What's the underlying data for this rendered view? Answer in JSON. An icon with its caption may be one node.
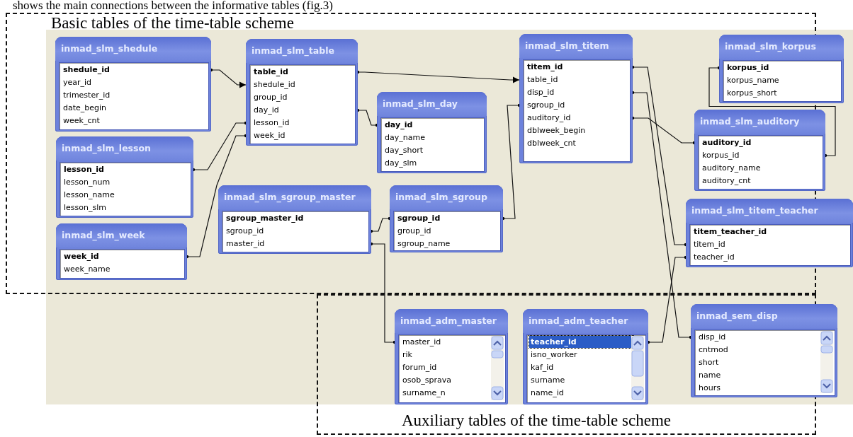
{
  "diagram": {
    "nodes": [
      {
        "text": [
          "Basic tables of the time-table scheme"
        ]
      },
      {
        "text": [
          "inmad_slm_shedule",
          "shedule_id",
          "year_id",
          "trimester_id",
          "date_begin",
          "week_cnt"
        ],
        "in": 0
      },
      {
        "text": [
          "inmad_slm_table",
          "table_id",
          "shedule_id",
          "group_id",
          "day_id",
          "lesson_id",
          "week_id"
        ],
        "in": 0
      },
      {
        "text": [
          "inmad_slm_titem",
          "titem_id",
          "table_id",
          "disp_id",
          "sgroup_id",
          "auditory_id",
          "dblweek_begin",
          "dblweek_cnt"
        ],
        "in": 0
      },
      {
        "text": [
          "inmad_slm_korpus",
          "korpus_id",
          "korpus_name",
          "korpus_short"
        ]
      },
      {
        "text": [
          "inmad_slm_day",
          "day_id",
          "day_name",
          "day_short",
          "day_slm"
        ],
        "in": 0
      },
      {
        "text": [
          "inmad_slm_auditory",
          "auditory_id",
          "korpus_id",
          "auditory_name",
          "auditory_cnt"
        ]
      },
      {
        "text": [
          "inmad_slm_lesson",
          "lesson_id",
          "lesson_num",
          "lesson_name",
          "lesson_slm"
        ],
        "in": 0
      },
      {
        "text": [
          "inmad_slm_sgroup_master",
          "sgroup_master_id",
          "sgroup_id",
          "master_id"
        ],
        "in": 0
      },
      {
        "text": [
          "inmad_slm_sgroup",
          "sgroup_id",
          "group_id",
          "sgroup_name"
        ],
        "in": 0
      },
      {
        "text": [
          "inmad_slm_titem_teacher",
          "titem_teacher_id",
          "titem_id",
          "teacher_id"
        ]
      },
      {
        "text": [
          "inmad_slm_week",
          "week_id",
          "week_name"
        ],
        "in": 0
      },
      {
        "text": [
          "Auxiliary tables of the time-table scheme"
        ]
      },
      {
        "text": [
          "inmad_adm_master",
          "master_id",
          "rik",
          "forum_id",
          "osob_sprava",
          "surname_n"
        ],
        "in": 12
      },
      {
        "text": [
          "inmad_adm_teacher",
          "teacher_id",
          "isno_worker",
          "kaf_id",
          "surname",
          "name_id"
        ],
        "in": 12
      },
      {
        "text": [
          "inmad_sem_disp",
          "disp_id",
          "cntmod",
          "short",
          "name",
          "hours"
        ]
      }
    ],
    "edges": [
      {
        "from": 1,
        "to": 2,
        "arrow": "to"
      },
      {
        "from": 2,
        "to": 3,
        "arrow": "to"
      },
      {
        "from": 2,
        "to": 5,
        "arrow": "other"
      },
      {
        "from": 7,
        "to": 2,
        "arrow": "other"
      },
      {
        "from": 11,
        "to": 2,
        "arrow": "other"
      },
      {
        "from": 8,
        "to": 9,
        "arrow": "other"
      },
      {
        "from": 9,
        "to": 3,
        "arrow": "other"
      },
      {
        "from": 8,
        "to": 13,
        "arrow": "other"
      },
      {
        "from": 3,
        "to": 10,
        "arrow": "other"
      },
      {
        "from": 3,
        "to": 15,
        "arrow": "other"
      },
      {
        "from": 3,
        "to": 6,
        "arrow": "other"
      },
      {
        "from": 14,
        "to": 10,
        "arrow": "other"
      },
      {
        "from": 4,
        "to": 6,
        "arrow": "other"
      }
    ],
    "labels": [
      "shows the main connections between the informative tables (fig.3)"
    ]
  }
}
